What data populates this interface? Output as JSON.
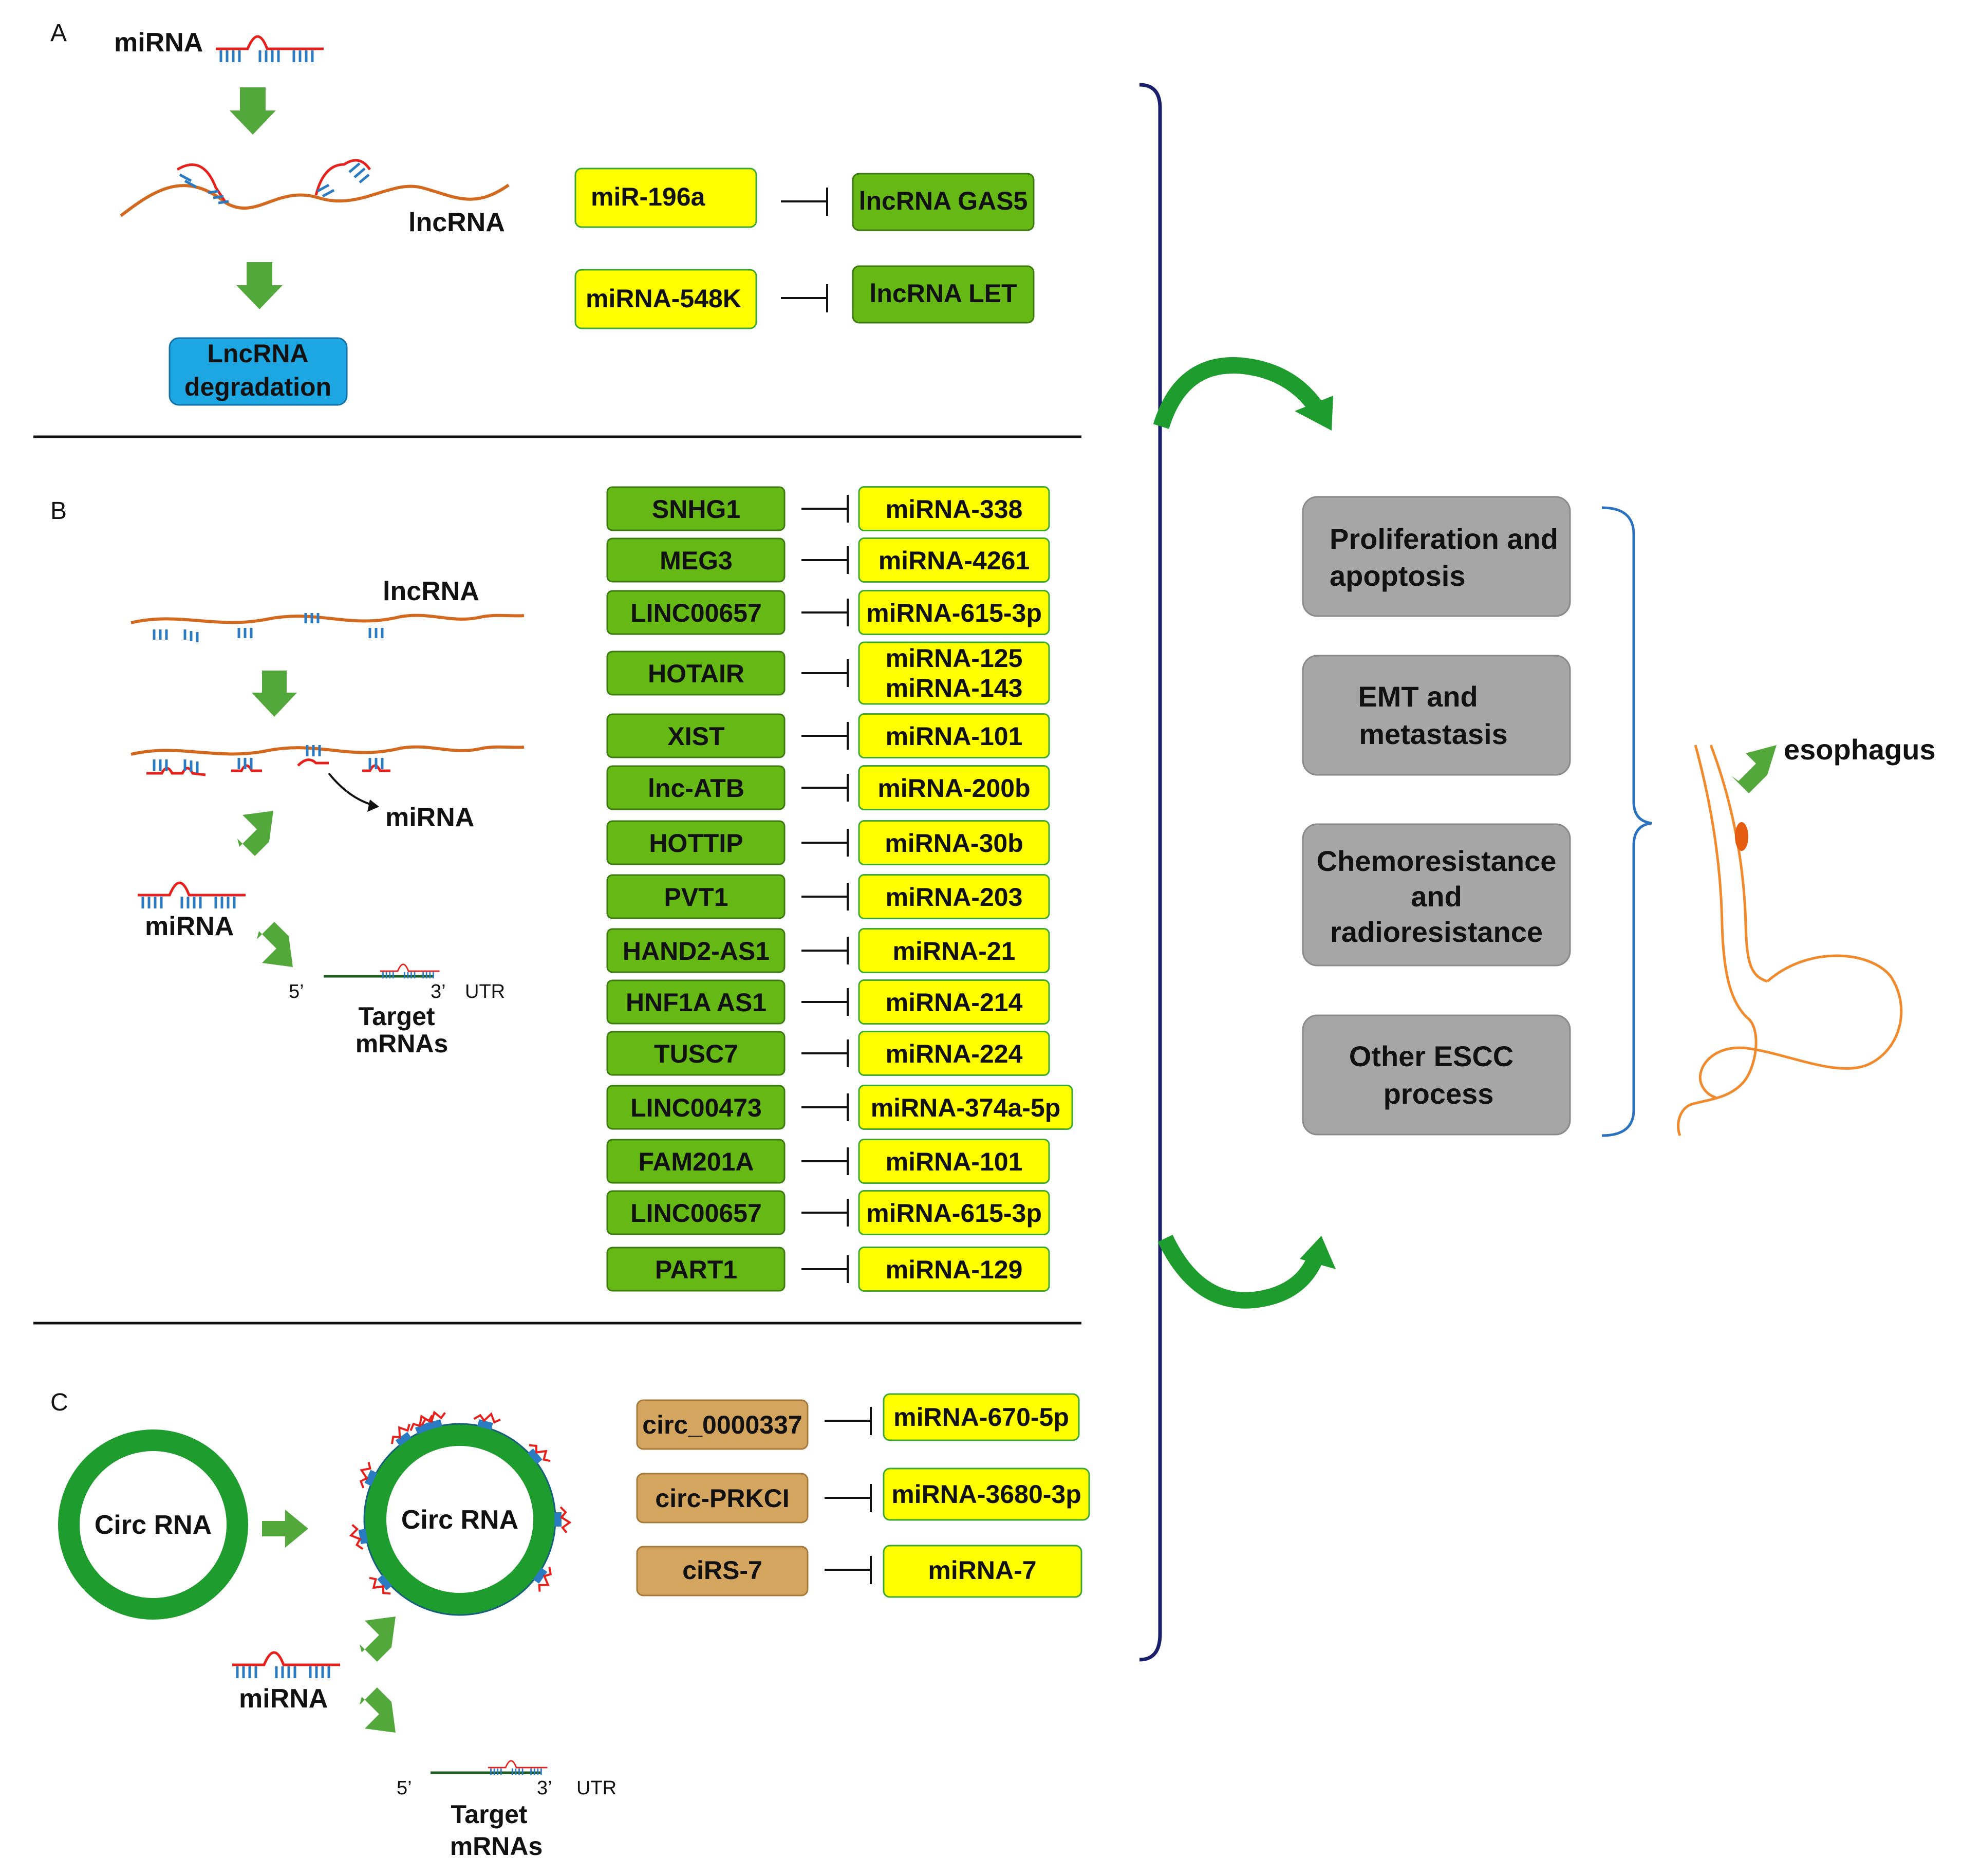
{
  "panel_a": {
    "letter": "A",
    "mirna_label": "miRNA",
    "lncrna_label": "lncRNA",
    "degradation_label_line1": "LncRNA",
    "degradation_label_line2": "degradation",
    "pairs": [
      {
        "source": "miR-196a",
        "target": "lncRNA GAS5"
      },
      {
        "source": "miRNA-548K",
        "target": "lncRNA LET"
      }
    ]
  },
  "panel_b": {
    "letter": "B",
    "lncrna_label": "lncRNA",
    "released_mirna_label": "miRNA",
    "mirna_label": "miRNA",
    "five_prime": "5’",
    "three_prime": "3’",
    "utr": "UTR",
    "target_line1": "Target",
    "target_line2": "mRNAs",
    "pairs": [
      {
        "source": "SNHG1",
        "target": [
          "miRNA-338"
        ]
      },
      {
        "source": "MEG3",
        "target": [
          "miRNA-4261"
        ]
      },
      {
        "source": "LINC00657",
        "target": [
          "miRNA-615-3p"
        ]
      },
      {
        "source": "HOTAIR",
        "target": [
          "miRNA-125",
          "miRNA-143"
        ]
      },
      {
        "source": "XIST",
        "target": [
          "miRNA-101"
        ]
      },
      {
        "source": "lnc-ATB",
        "target": [
          "miRNA-200b"
        ]
      },
      {
        "source": "HOTTIP",
        "target": [
          "miRNA-30b"
        ]
      },
      {
        "source": "PVT1",
        "target": [
          "miRNA-203"
        ]
      },
      {
        "source": "HAND2-AS1",
        "target": [
          "miRNA-21"
        ]
      },
      {
        "source": "HNF1A AS1",
        "target": [
          "miRNA-214"
        ]
      },
      {
        "source": "TUSC7",
        "target": [
          "miRNA-224"
        ]
      },
      {
        "source": "LINC00473",
        "target": [
          "miRNA-374a-5p"
        ]
      },
      {
        "source": "FAM201A",
        "target": [
          "miRNA-101"
        ]
      },
      {
        "source": "LINC00657",
        "target": [
          "miRNA-615-3p"
        ]
      },
      {
        "source": "PART1",
        "target": [
          "miRNA-129"
        ]
      }
    ]
  },
  "panel_c": {
    "letter": "C",
    "circ_label": "Circ RNA",
    "circ_label_bound": "Circ RNA",
    "mirna_label": "miRNA",
    "five_prime": "5’",
    "three_prime": "3’",
    "utr": "UTR",
    "target_line1": "Target",
    "target_line2": "mRNAs",
    "pairs": [
      {
        "source": "circ_0000337",
        "target": "miRNA-670-5p"
      },
      {
        "source": "circ-PRKCI",
        "target": "miRNA-3680-3p"
      },
      {
        "source": "ciRS-7",
        "target": "miRNA-7"
      }
    ]
  },
  "processes": [
    [
      "Proliferation and",
      "apoptosis"
    ],
    [
      "EMT and",
      "metastasis"
    ],
    [
      "Chemoresistance",
      "and",
      "radioresistance"
    ],
    [
      "Other ESCC",
      "process"
    ]
  ],
  "esophagus_label": "esophagus",
  "colors": {
    "yellow_box": "#ffff00",
    "green_box": "#66b814",
    "brown_box": "#d4a55e",
    "blue_box": "#1ca7e3",
    "gray_box": "#a6a6a6",
    "arrow_green": "#52a83a",
    "circ_green": "#1e9c2e",
    "bracket_navy": "#1a1f6b",
    "brace_blue": "#2a72c0",
    "rna_orange": "#d2691e",
    "mirna_red": "#e8201c",
    "tick_blue": "#2b7bc3",
    "esophagus_orange": "#f08a2c"
  }
}
